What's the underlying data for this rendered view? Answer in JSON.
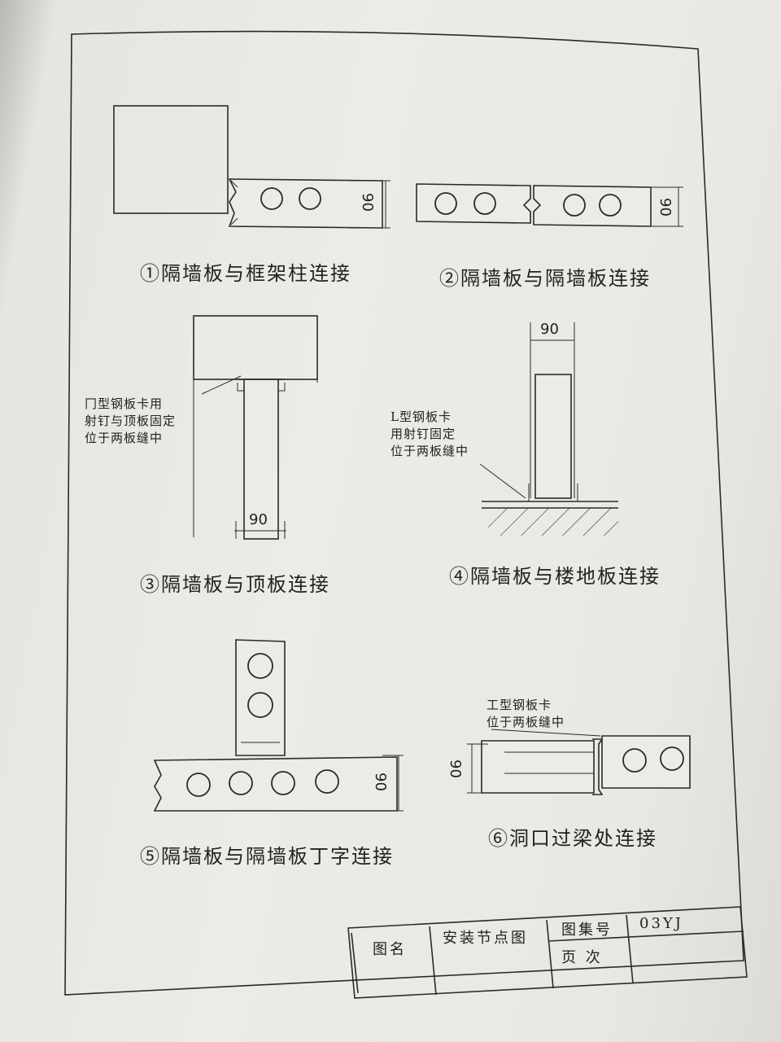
{
  "details": [
    {
      "caption": "①隔墙板与框架柱连接",
      "dim": "90"
    },
    {
      "caption": "②隔墙板与隔墙板连接",
      "dim": "90"
    },
    {
      "caption": "③隔墙板与顶板连接",
      "dim": "90",
      "note": [
        "冂型钢板卡用",
        "射钉与顶板固定",
        "位于两板缝中"
      ]
    },
    {
      "caption": "④隔墙板与楼地板连接",
      "dim": "90",
      "note": [
        "L型钢板卡",
        "用射钉固定",
        "位于两板缝中"
      ]
    },
    {
      "caption": "⑤隔墙板与隔墙板丁字连接",
      "dim": "90"
    },
    {
      "caption": "⑥洞口过梁处连接",
      "dim": "90",
      "note": [
        "工型钢板卡",
        "位于两板缝中"
      ]
    }
  ],
  "title_block": {
    "name_label": "图名",
    "name_value": "安装节点图",
    "atlas_label": "图集号",
    "atlas_value": "03YJ",
    "page_label": "页  次",
    "page_value": ""
  }
}
